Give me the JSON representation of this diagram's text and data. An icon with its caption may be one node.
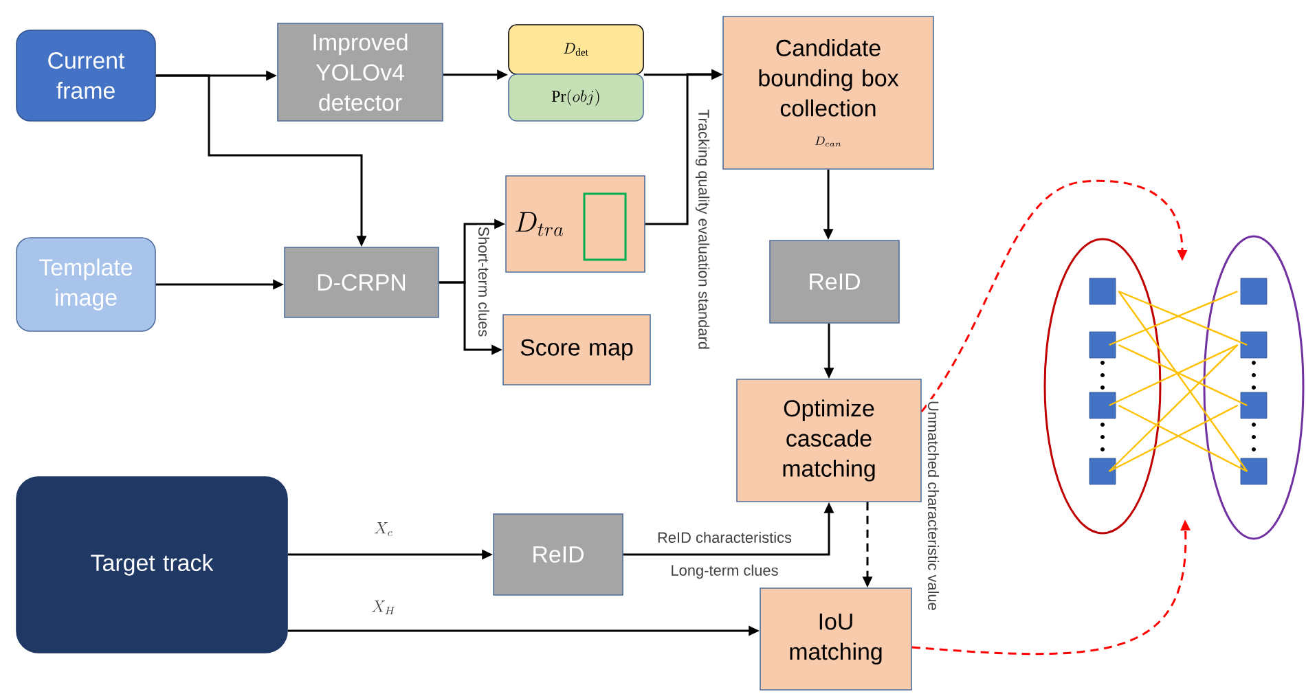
{
  "diagram": {
    "nodes": [
      {
        "text": [
          "Current frame"
        ]
      },
      {
        "text": [
          "Improved YOLOv4 detector"
        ]
      },
      {
        "text": [
          "D_{\\mathrm{det}}"
        ]
      },
      {
        "text": [
          "\\mathrm{Pr}(obj)"
        ]
      },
      {
        "text": [
          "Template image"
        ]
      },
      {
        "text": [
          "D-CRPN"
        ]
      },
      {
        "text": [
          "D_{tra}"
        ]
      },
      {
        "text": [
          "Score map"
        ]
      },
      {
        "text": [
          "Candidate bounding box collection",
          "D_{can}"
        ]
      },
      {
        "text": [
          "ReID"
        ]
      },
      {
        "text": [
          "Optimize cascade matching"
        ]
      },
      {
        "text": [
          "Target track"
        ]
      },
      {
        "text": [
          "ReID"
        ]
      },
      {
        "text": [
          "IoU matching"
        ]
      },
      {
        "text": [],
        "shape": "ellipse"
      },
      {
        "text": [],
        "shape": "box",
        "in": 14
      },
      {
        "text": [],
        "shape": "box",
        "in": 14
      },
      {
        "text": [],
        "shape": "box",
        "in": 14
      },
      {
        "text": [],
        "shape": "box",
        "in": 14
      },
      {
        "text": [],
        "shape": "ellipse"
      },
      {
        "text": [],
        "shape": "box",
        "in": 19
      },
      {
        "text": [],
        "shape": "box",
        "in": 19
      },
      {
        "text": [],
        "shape": "box",
        "in": 19
      },
      {
        "text": [],
        "shape": "box",
        "in": 19
      }
    ],
    "edges": [
      {
        "from": 0,
        "to": 1,
        "arrow": "to"
      },
      {
        "from": 0,
        "to": 5,
        "arrow": "to"
      },
      {
        "from": 1,
        "to": 2,
        "arrow": "to"
      },
      {
        "from": 2,
        "to": 8,
        "arrow": "to"
      },
      {
        "from": 6,
        "to": 8,
        "arrow": "to",
        "label": "Tracking quality evaluation standard"
      },
      {
        "from": 4,
        "to": 5,
        "arrow": "to"
      },
      {
        "from": 5,
        "to": 6,
        "arrow": "to",
        "label": "Short-term clues"
      },
      {
        "from": 5,
        "to": 7,
        "arrow": "to"
      },
      {
        "from": 8,
        "to": 9,
        "arrow": "to"
      },
      {
        "from": 9,
        "to": 10,
        "arrow": "to"
      },
      {
        "from": 10,
        "to": 13,
        "arrow": "to",
        "style": "dashed"
      },
      {
        "from": 11,
        "to": 12,
        "arrow": "to",
        "label": "X_c"
      },
      {
        "from": 12,
        "to": 10,
        "arrow": "to",
        "label": "ReID characteristics"
      },
      {
        "from": 11,
        "to": 13,
        "arrow": "to",
        "label": "X_H"
      },
      {
        "from": 10,
        "to": null,
        "arrow": "to",
        "style": "dashed",
        "color": "#ff0000",
        "label": "Unmatched characteristic value"
      },
      {
        "from": 13,
        "to": null,
        "arrow": "to",
        "style": "dashed",
        "color": "#ff0000"
      },
      {
        "from": 15,
        "to": 21,
        "arrow": "none",
        "color": "#ffc000"
      },
      {
        "from": 15,
        "to": 23,
        "arrow": "none",
        "color": "#ffc000"
      },
      {
        "from": 16,
        "to": 20,
        "arrow": "none",
        "color": "#ffc000"
      },
      {
        "from": 16,
        "to": 22,
        "arrow": "none",
        "color": "#ffc000"
      },
      {
        "from": 17,
        "to": 21,
        "arrow": "none",
        "color": "#ffc000"
      },
      {
        "from": 17,
        "to": 23,
        "arrow": "none",
        "color": "#ffc000"
      },
      {
        "from": 18,
        "to": 21,
        "arrow": "none",
        "color": "#ffc000"
      },
      {
        "from": 18,
        "to": 22,
        "arrow": "none",
        "color": "#ffc000"
      }
    ],
    "labels": [
      "Long-term clues"
    ]
  }
}
